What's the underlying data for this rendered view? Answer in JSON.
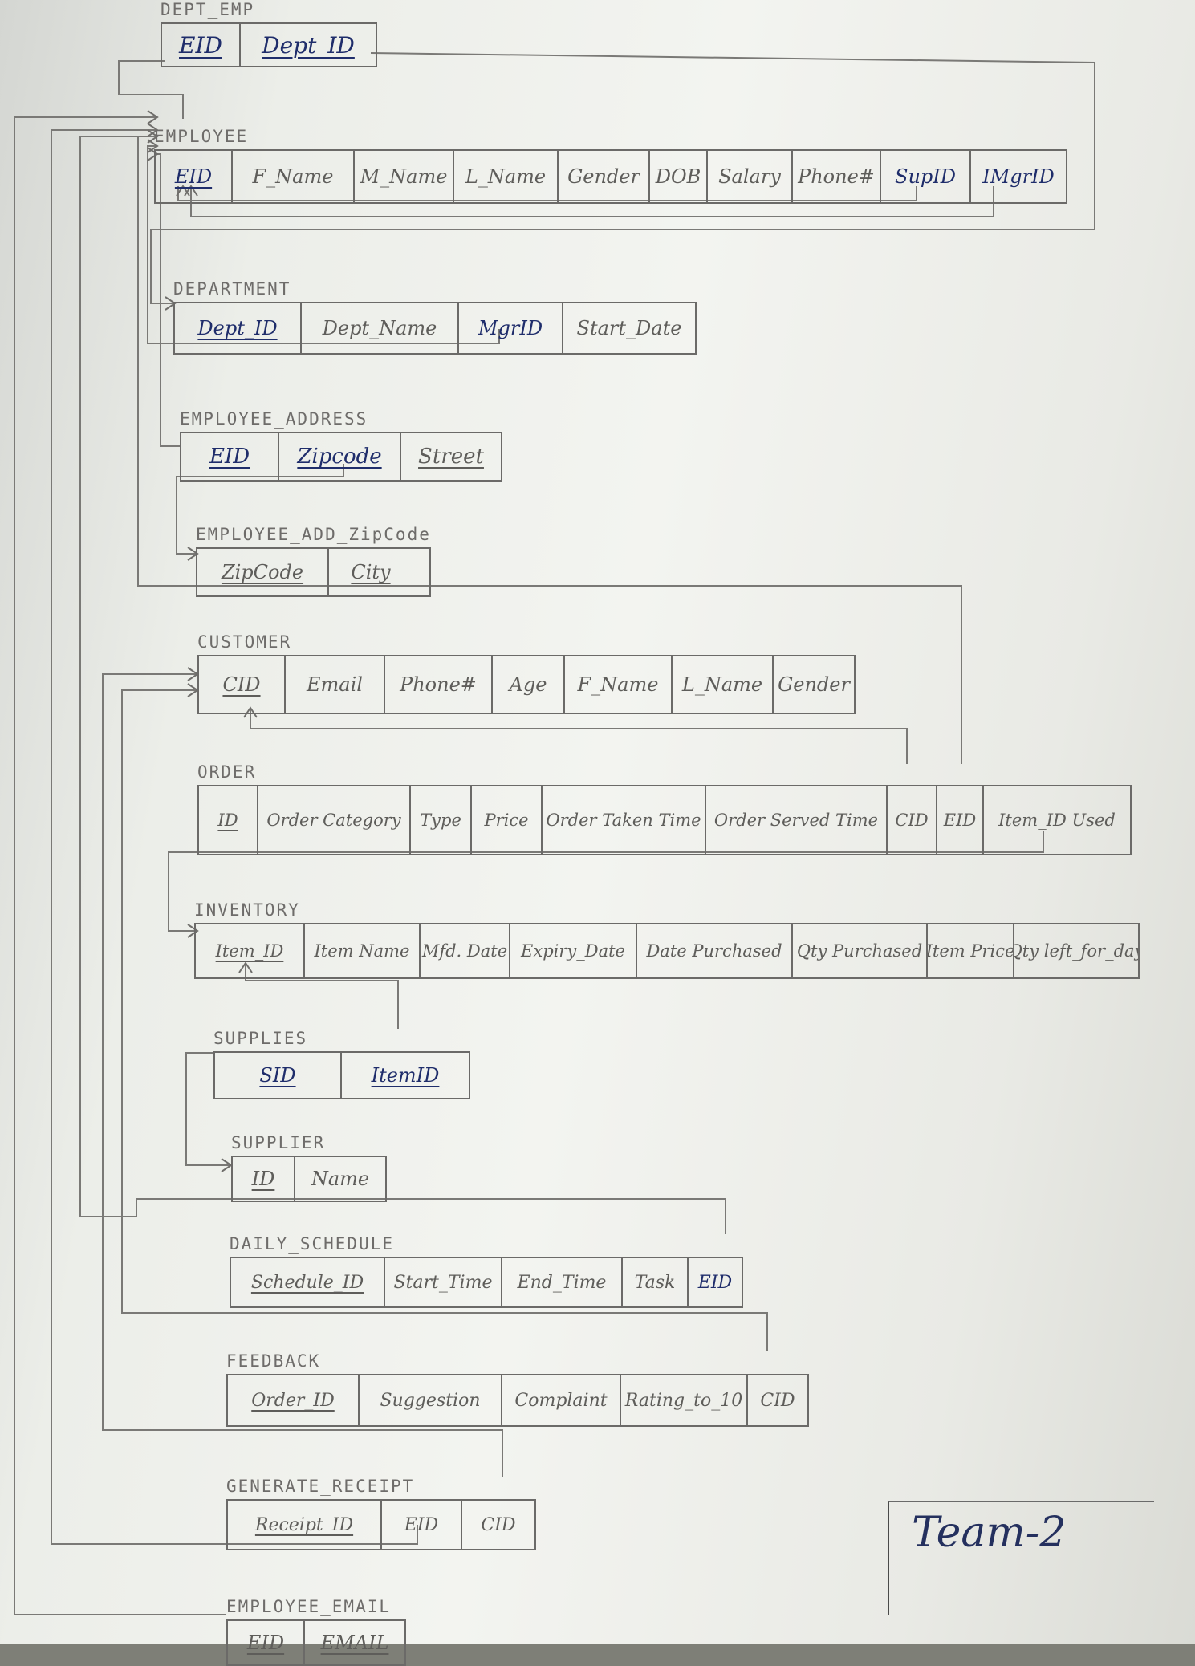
{
  "diagram": {
    "relations": [
      {
        "id": "dept_emp",
        "title": "DEPT_EMP",
        "attrs": [
          {
            "label": "EID",
            "pk": true,
            "ink": true
          },
          {
            "label": "Dept_ID",
            "pk": true,
            "ink": true
          }
        ]
      },
      {
        "id": "employee",
        "title": "EMPLOYEE",
        "attrs": [
          {
            "label": "EID",
            "pk": true,
            "ink": true
          },
          {
            "label": "F_Name"
          },
          {
            "label": "M_Name"
          },
          {
            "label": "L_Name"
          },
          {
            "label": "Gender"
          },
          {
            "label": "DOB"
          },
          {
            "label": "Salary"
          },
          {
            "label": "Phone#"
          },
          {
            "label": "SupID",
            "ink": true
          },
          {
            "label": "IMgrID",
            "ink": true
          }
        ]
      },
      {
        "id": "department",
        "title": "DEPARTMENT",
        "attrs": [
          {
            "label": "Dept_ID",
            "pk": true,
            "ink": true
          },
          {
            "label": "Dept_Name"
          },
          {
            "label": "MgrID",
            "ink": true
          },
          {
            "label": "Start_Date"
          }
        ]
      },
      {
        "id": "employee_address",
        "title": "EMPLOYEE_ADDRESS",
        "attrs": [
          {
            "label": "EID",
            "pk": true,
            "ink": true
          },
          {
            "label": "Zipcode",
            "pk": true,
            "ink": true
          },
          {
            "label": "Street",
            "pk": true
          }
        ]
      },
      {
        "id": "employee_add_zipcode",
        "title": "EMPLOYEE_ADD_ZipCode",
        "attrs": [
          {
            "label": "ZipCode",
            "pk": true
          },
          {
            "label": "City",
            "pk": true
          }
        ]
      },
      {
        "id": "customer",
        "title": "CUSTOMER",
        "attrs": [
          {
            "label": "CID",
            "pk": true
          },
          {
            "label": "Email"
          },
          {
            "label": "Phone#"
          },
          {
            "label": "Age"
          },
          {
            "label": "F_Name"
          },
          {
            "label": "L_Name"
          },
          {
            "label": "Gender"
          }
        ]
      },
      {
        "id": "order",
        "title": "ORDER",
        "attrs": [
          {
            "label": "ID",
            "pk": true
          },
          {
            "label": "Order Category"
          },
          {
            "label": "Type"
          },
          {
            "label": "Price"
          },
          {
            "label": "Order Taken Time"
          },
          {
            "label": "Order Served Time"
          },
          {
            "label": "CID"
          },
          {
            "label": "EID"
          },
          {
            "label": "Item_ID Used"
          }
        ]
      },
      {
        "id": "inventory",
        "title": "INVENTORY",
        "attrs": [
          {
            "label": "Item_ID",
            "pk": true
          },
          {
            "label": "Item Name"
          },
          {
            "label": "Mfd. Date"
          },
          {
            "label": "Expiry_Date"
          },
          {
            "label": "Date Purchased"
          },
          {
            "label": "Qty Purchased"
          },
          {
            "label": "Item Price"
          },
          {
            "label": "Qty left_for_day"
          }
        ]
      },
      {
        "id": "supplies",
        "title": "SUPPLIES",
        "attrs": [
          {
            "label": "SID",
            "pk": true,
            "ink": true
          },
          {
            "label": "ItemID",
            "pk": true,
            "ink": true
          }
        ]
      },
      {
        "id": "supplier",
        "title": "SUPPLIER",
        "attrs": [
          {
            "label": "ID",
            "pk": true
          },
          {
            "label": "Name"
          }
        ]
      },
      {
        "id": "daily_schedule",
        "title": "DAILY_SCHEDULE",
        "attrs": [
          {
            "label": "Schedule_ID",
            "pk": true
          },
          {
            "label": "Start_Time"
          },
          {
            "label": "End_Time"
          },
          {
            "label": "Task"
          },
          {
            "label": "EID",
            "ink": true
          }
        ]
      },
      {
        "id": "feedback",
        "title": "FEEDBACK",
        "attrs": [
          {
            "label": "Order_ID",
            "pk": true
          },
          {
            "label": "Suggestion"
          },
          {
            "label": "Complaint"
          },
          {
            "label": "Rating_to_10"
          },
          {
            "label": "CID"
          }
        ]
      },
      {
        "id": "generate_receipt",
        "title": "GENERATE_RECEIPT",
        "attrs": [
          {
            "label": "Receipt_ID",
            "pk": true
          },
          {
            "label": "EID"
          },
          {
            "label": "CID"
          }
        ]
      },
      {
        "id": "employee_email",
        "title": "EMPLOYEE_EMAIL",
        "attrs": [
          {
            "label": "EID",
            "pk": true
          },
          {
            "label": "EMAIL",
            "pk": true
          }
        ]
      }
    ],
    "team_label": "Team-2",
    "colors": {
      "pencil": "#6b6a68",
      "pen_ink": "#1f2d6b",
      "paper": "#eceee9"
    }
  }
}
